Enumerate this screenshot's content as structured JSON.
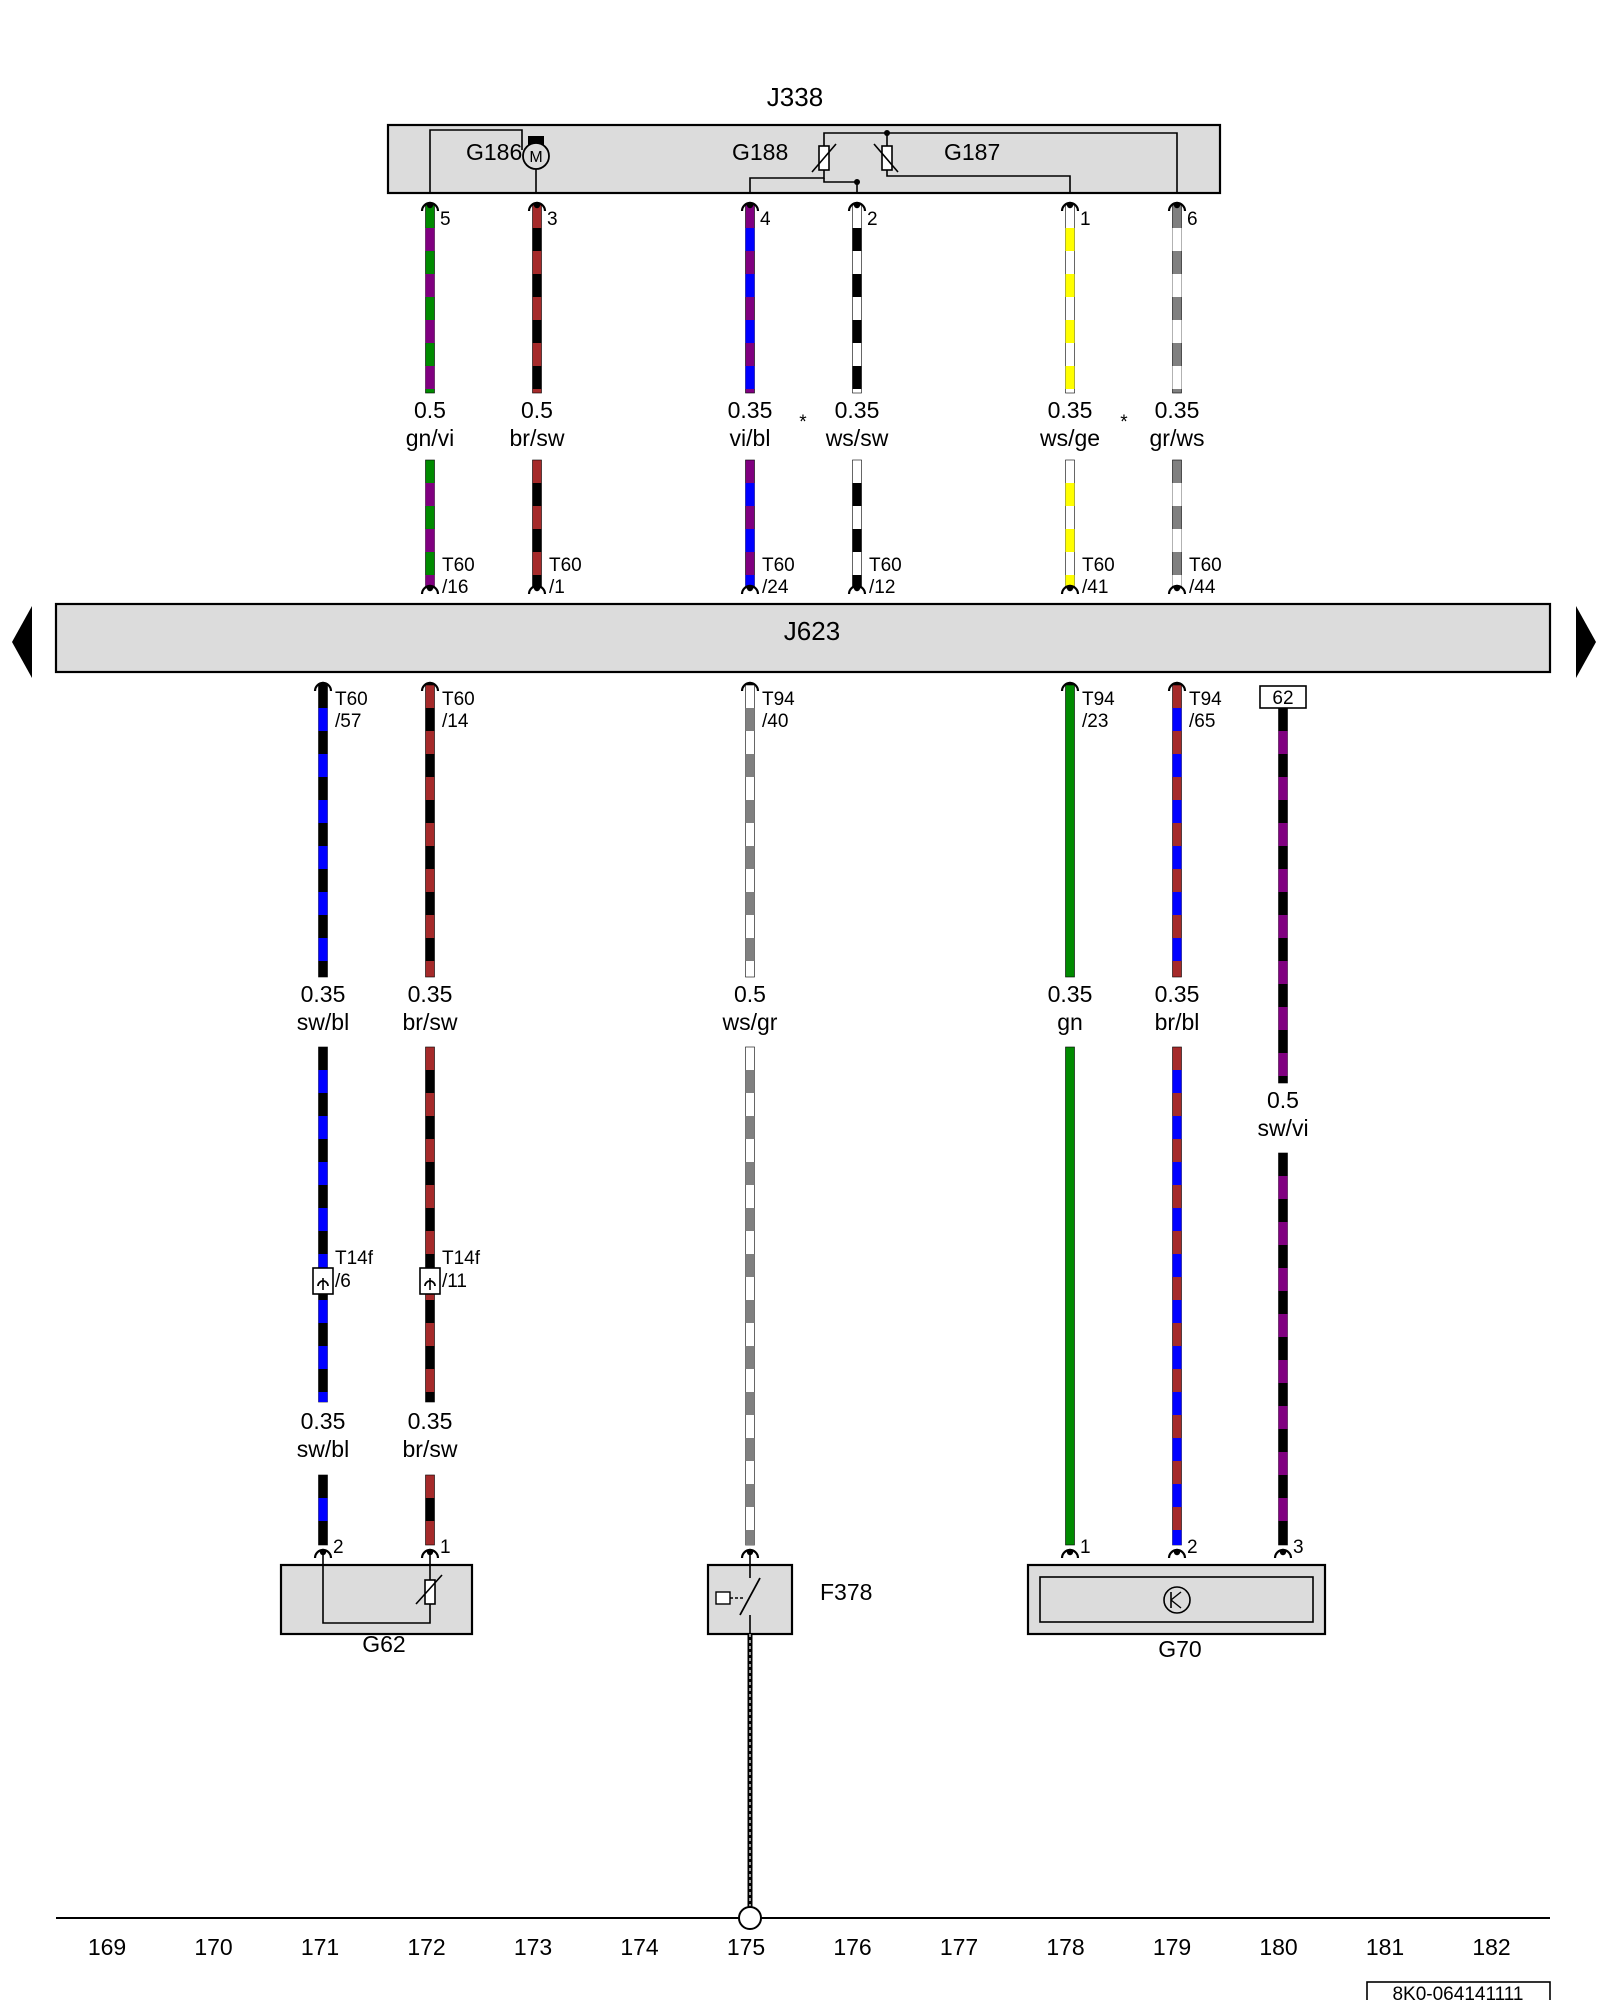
{
  "components": {
    "j338": "J338",
    "j623": "J623",
    "g186": "G186",
    "g188": "G188",
    "g187": "G187",
    "g62": "G62",
    "g70": "G70",
    "f378": "F378",
    "motor_symbol": "M",
    "ref_62": "62"
  },
  "top_wires": [
    {
      "pin": "5",
      "size": "0.5",
      "color": "gn/vi",
      "conn": "T60",
      "conn_pin": "/16",
      "colors": [
        "#008a00",
        "#800080"
      ]
    },
    {
      "pin": "3",
      "size": "0.5",
      "color": "br/sw",
      "conn": "T60",
      "conn_pin": "/1",
      "colors": [
        "#a52a2a",
        "#000000"
      ]
    },
    {
      "pin": "4",
      "size": "0.35",
      "color": "vi/bl",
      "conn": "T60",
      "conn_pin": "/24",
      "colors": [
        "#800080",
        "#0000ff"
      ]
    },
    {
      "pin": "2",
      "size": "0.35",
      "color": "ws/sw",
      "conn": "T60",
      "conn_pin": "/12",
      "colors": [
        "#ffffff",
        "#000000"
      ]
    },
    {
      "pin": "1",
      "size": "0.35",
      "color": "ws/ge",
      "conn": "T60",
      "conn_pin": "/41",
      "colors": [
        "#ffffff",
        "#ffff00"
      ]
    },
    {
      "pin": "6",
      "size": "0.35",
      "color": "gr/ws",
      "conn": "T60",
      "conn_pin": "/44",
      "colors": [
        "#808080",
        "#ffffff"
      ]
    }
  ],
  "asterisk": "*",
  "bottom_wires": [
    {
      "conn": "T60",
      "conn_pin": "/57",
      "size": "0.35",
      "color": "sw/bl",
      "colors": [
        "#000000",
        "#0000ff"
      ],
      "mid_conn": "T14f",
      "mid_pin": "/6",
      "size2": "0.35",
      "color2": "sw/bl",
      "end_pin": "2"
    },
    {
      "conn": "T60",
      "conn_pin": "/14",
      "size": "0.35",
      "color": "br/sw",
      "colors": [
        "#a52a2a",
        "#000000"
      ],
      "mid_conn": "T14f",
      "mid_pin": "/11",
      "size2": "0.35",
      "color2": "br/sw",
      "end_pin": "1"
    },
    {
      "conn": "T94",
      "conn_pin": "/40",
      "size": "0.5",
      "color": "ws/gr",
      "colors": [
        "#ffffff",
        "#808080"
      ]
    },
    {
      "conn": "T94",
      "conn_pin": "/23",
      "size": "0.35",
      "color": "gn",
      "colors": [
        "#008a00"
      ],
      "end_pin": "1"
    },
    {
      "conn": "T94",
      "conn_pin": "/65",
      "size": "0.35",
      "color": "br/bl",
      "colors": [
        "#a52a2a",
        "#0000ff"
      ],
      "end_pin": "2"
    },
    {
      "size": "0.5",
      "color": "sw/vi",
      "colors": [
        "#000000",
        "#800080"
      ],
      "end_pin": "3"
    }
  ],
  "track_numbers": [
    "169",
    "170",
    "171",
    "172",
    "173",
    "174",
    "175",
    "176",
    "177",
    "178",
    "179",
    "180",
    "181",
    "182"
  ],
  "doc_number": "8K0-064141111"
}
